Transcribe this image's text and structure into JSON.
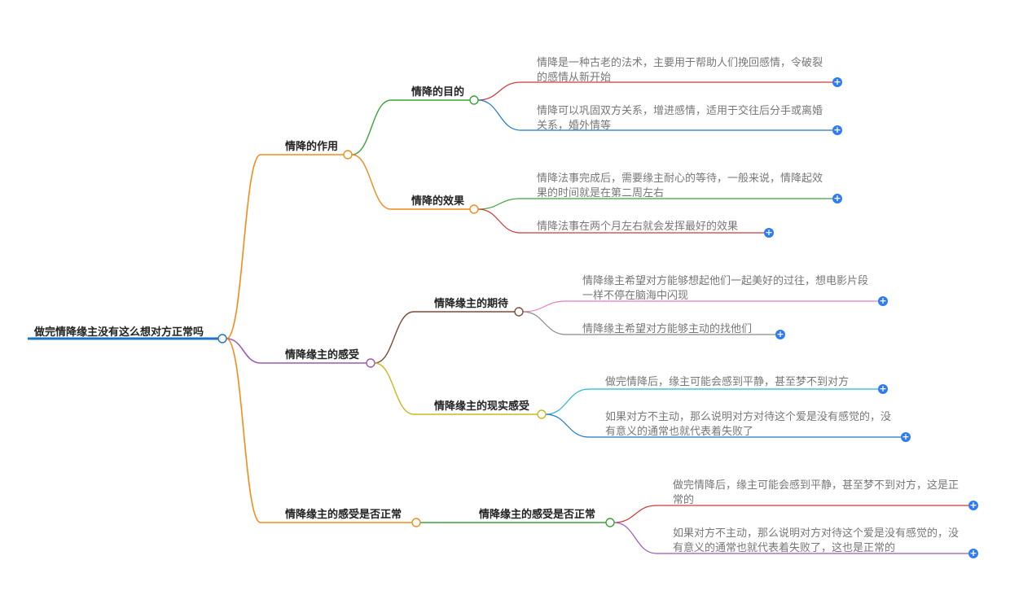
{
  "root": {
    "label": "做完情降缘主没有这么想对方正常吗"
  },
  "branches": [
    {
      "label": "情降的作用",
      "children": [
        {
          "label": "情降的目的",
          "leaves": [
            "情降是一种古老的法术，主要用于帮助人们挽回感情，令破裂的感情从新开始",
            "情降可以巩固双方关系，增进感情，适用于交往后分手或离婚关系，婚外情等"
          ]
        },
        {
          "label": "情降的效果",
          "leaves": [
            "情降法事完成后，需要缘主耐心的等待，一般来说，情降起效果的时间就是在第二周左右",
            "情降法事在两个月左右就会发挥最好的效果"
          ]
        }
      ]
    },
    {
      "label": "情降缘主的感受",
      "children": [
        {
          "label": "情降缘主的期待",
          "leaves": [
            "情降缘主希望对方能够想起他们一起美好的过往，想电影片段一样不停在脑海中闪现",
            "情降缘主希望对方能够主动的找他们"
          ]
        },
        {
          "label": "情降缘主的现实感受",
          "leaves": [
            "做完情降后，缘主可能会感到平静，甚至梦不到对方",
            "如果对方不主动，那么说明对方对待这个爱是没有感觉的，没有意义的通常也就代表着失败了"
          ]
        }
      ]
    },
    {
      "label": "情降缘主的感受是否正常",
      "children": [
        {
          "label": "情降缘主的感受是否正常",
          "leaves": [
            "做完情降后，缘主可能会感到平静，甚至梦不到对方，这是正常的",
            "如果对方不主动，那么说明对方对待这个爱是没有感觉的，没有意义的通常也就代表着失败了，这也是正常的"
          ]
        }
      ]
    }
  ],
  "colors": {
    "root_line": "#1a73c8",
    "branch1": "#f28b1c",
    "branch2": "#9b59b6",
    "branch3": "#f28b1c",
    "b1c1": "#3aa43a",
    "b1c2": "#f28b1c",
    "b2c1": "#7b4a3a",
    "b2c2": "#c8b820",
    "b3c1": "#3aa43a",
    "leaf_red": "#d0393b",
    "leaf_blue": "#1f78c8",
    "leaf_green": "#3aa43a",
    "leaf_pink": "#e57dc1",
    "leaf_gray": "#8a8a8a",
    "leaf_cyan": "#29b6d0",
    "leaf_purple": "#9b59b6",
    "plus": "#2f7bf5"
  }
}
